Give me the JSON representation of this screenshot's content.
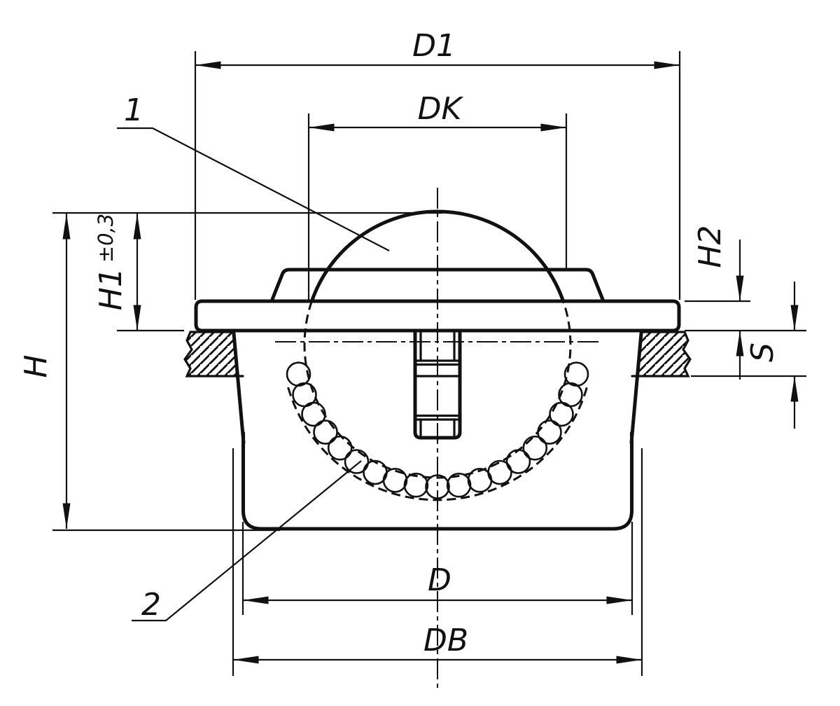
{
  "drawing": {
    "background_color": "#ffffff",
    "line_color": "#111111",
    "view": "sectional side view of ball transfer unit",
    "dimension_labels": {
      "d1": "D1",
      "dk": "DK",
      "h": "H",
      "h1": "H1",
      "h1_tolerance": "±0,3",
      "h2": "H2",
      "s": "S",
      "d": "D",
      "db": "DB"
    },
    "part_callouts": [
      {
        "number": "1"
      },
      {
        "number": "2"
      }
    ]
  }
}
